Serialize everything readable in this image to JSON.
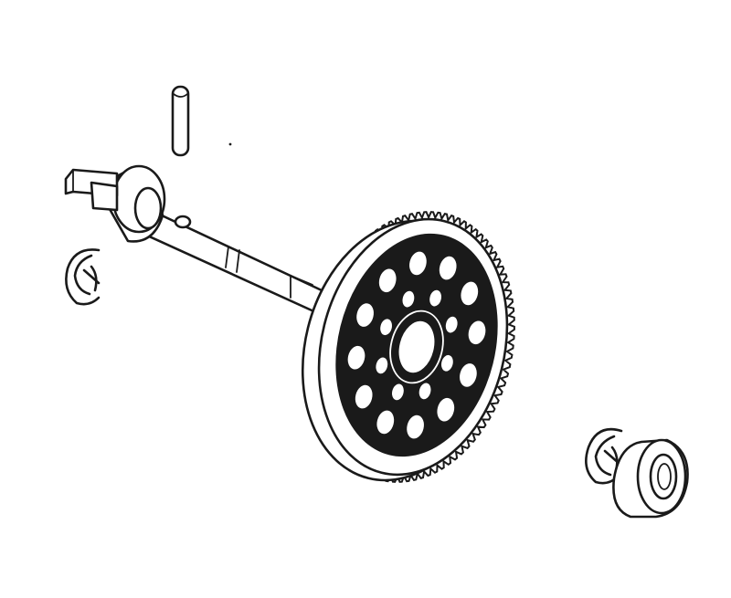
{
  "diagram": {
    "kind": "exploded-parts-view",
    "parts": [
      {
        "id": "pin",
        "icon": "pin-icon"
      },
      {
        "id": "shaft",
        "icon": "stepped-shaft-icon"
      },
      {
        "id": "e-clip-left",
        "icon": "e-clip-icon"
      },
      {
        "id": "spur-gear",
        "icon": "spur-gear-icon"
      },
      {
        "id": "e-clip-right",
        "icon": "e-clip-icon"
      },
      {
        "id": "bearing",
        "icon": "ball-bearing-icon"
      }
    ],
    "colors": {
      "line": "#1a1a1a",
      "background": "#ffffff",
      "gear_fill": "#1a1a1a"
    },
    "gear": {
      "teeth": 90,
      "spoke_holes_outer": 12,
      "spoke_holes_inner": 8
    }
  }
}
